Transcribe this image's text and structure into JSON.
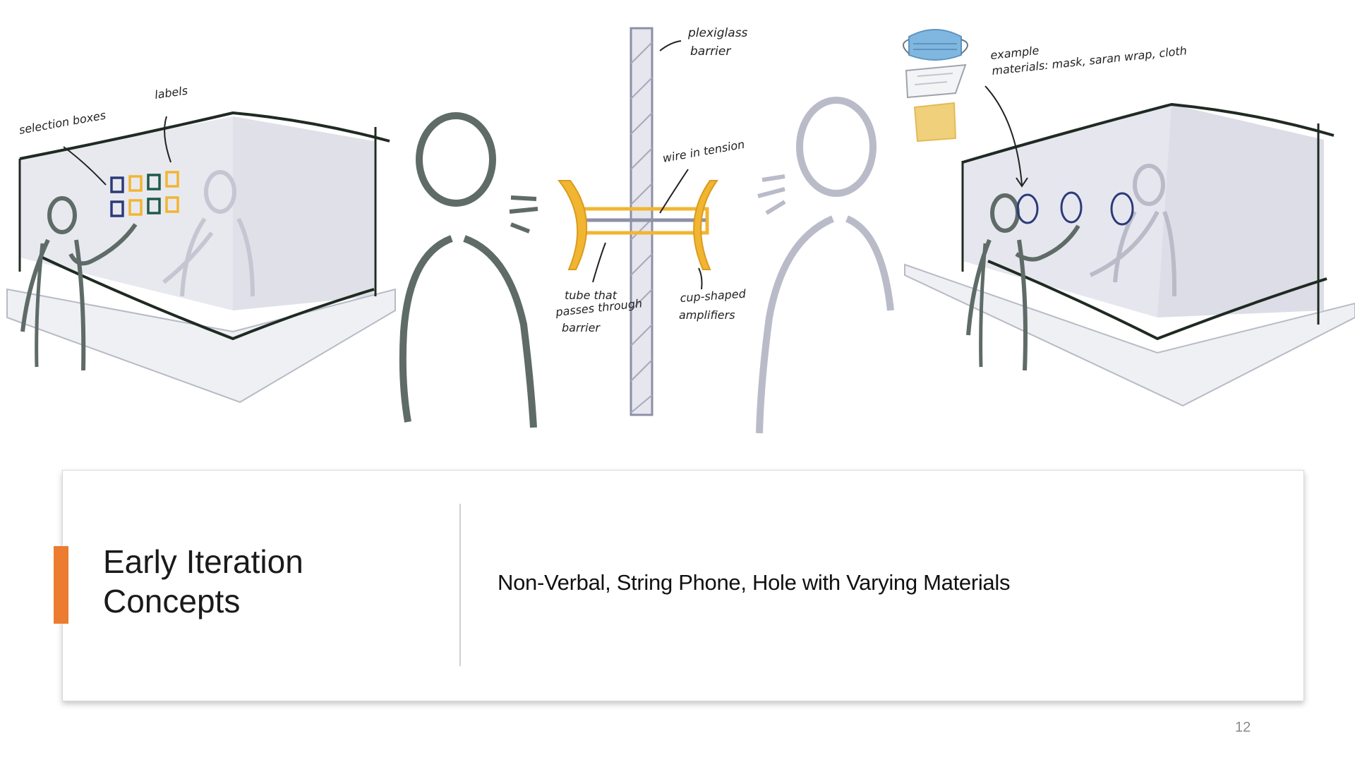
{
  "sketch": {
    "annotations": {
      "selection_boxes": "selection boxes",
      "labels": "labels",
      "plexiglass_1": "plexiglass",
      "plexiglass_2": "barrier",
      "wire_in_tension": "wire in tension",
      "tube_1": "tube that",
      "tube_2": "passes through",
      "tube_3": "barrier",
      "cup_1": "cup-shaped",
      "cup_2": "amplifiers",
      "materials_1": "example",
      "materials_2": "materials: mask, saran wrap, cloth"
    },
    "colors": {
      "ink_dark": "#5f6b66",
      "ink_light": "#b9bcc8",
      "accent_yellow": "#f2b531",
      "box_navy": "#2c3a7a",
      "box_green": "#1f5a4a",
      "mask_blue": "#7fb7e0"
    }
  },
  "slide": {
    "title_line1": "Early Iteration",
    "title_line2": "Concepts",
    "subtitle": "Non-Verbal, String Phone, Hole with Varying Materials",
    "page_number": "12",
    "accent_color": "#ec7c30"
  }
}
